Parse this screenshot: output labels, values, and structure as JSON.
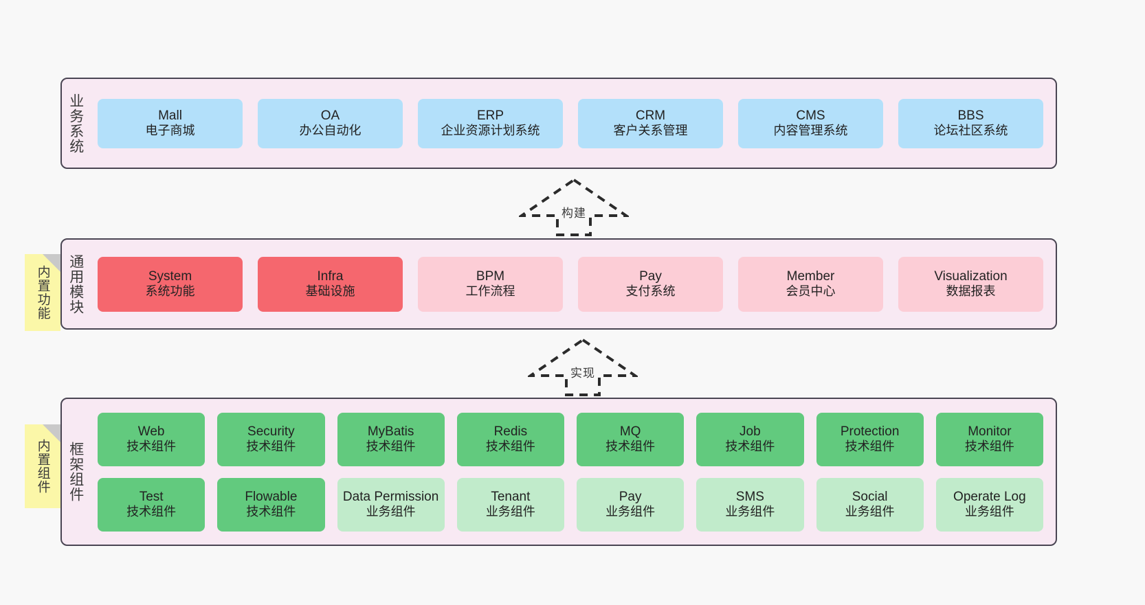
{
  "layers": [
    {
      "id": "business",
      "title": "业务系统",
      "cards": [
        {
          "name": "Mall",
          "desc": "电子商城"
        },
        {
          "name": "OA",
          "desc": "办公自动化"
        },
        {
          "name": "ERP",
          "desc": "企业资源计划系统"
        },
        {
          "name": "CRM",
          "desc": "客户关系管理"
        },
        {
          "name": "CMS",
          "desc": "内容管理系统"
        },
        {
          "name": "BBS",
          "desc": "论坛社区系统"
        }
      ]
    },
    {
      "id": "modules",
      "title": "通用模块",
      "cards": [
        {
          "name": "System",
          "desc": "系统功能"
        },
        {
          "name": "Infra",
          "desc": "基础设施"
        },
        {
          "name": "BPM",
          "desc": "工作流程"
        },
        {
          "name": "Pay",
          "desc": "支付系统"
        },
        {
          "name": "Member",
          "desc": "会员中心"
        },
        {
          "name": "Visualization",
          "desc": "数据报表"
        }
      ]
    },
    {
      "id": "framework",
      "title": "框架组件",
      "row1": [
        {
          "name": "Web",
          "desc": "技术组件"
        },
        {
          "name": "Security",
          "desc": "技术组件"
        },
        {
          "name": "MyBatis",
          "desc": "技术组件"
        },
        {
          "name": "Redis",
          "desc": "技术组件"
        },
        {
          "name": "MQ",
          "desc": "技术组件"
        },
        {
          "name": "Job",
          "desc": "技术组件"
        },
        {
          "name": "Protection",
          "desc": "技术组件"
        },
        {
          "name": "Monitor",
          "desc": "技术组件"
        }
      ],
      "row2": [
        {
          "name": "Test",
          "desc": "技术组件"
        },
        {
          "name": "Flowable",
          "desc": "技术组件"
        },
        {
          "name": "Data Permission",
          "desc": "业务组件"
        },
        {
          "name": "Tenant",
          "desc": "业务组件"
        },
        {
          "name": "Pay",
          "desc": "业务组件"
        },
        {
          "name": "SMS",
          "desc": "业务组件"
        },
        {
          "name": "Social",
          "desc": "业务组件"
        },
        {
          "name": "Operate Log",
          "desc": "业务组件"
        }
      ]
    }
  ],
  "notes": {
    "builtin_function": "内置功能",
    "builtin_component": "内置组件"
  },
  "arrows": {
    "build": "构建",
    "implement": "实现"
  },
  "colors": {
    "business_card": "#b3e0fa",
    "module_core": "#f5676e",
    "module_optional": "#fccdd6",
    "component_tech": "#62ca7e",
    "component_business": "#c1ebcb",
    "layer_background": "#f8e9f3",
    "layer_border": "#4a4553",
    "note_background": "#fbf7a8",
    "page_background": "#f8f8f8"
  }
}
